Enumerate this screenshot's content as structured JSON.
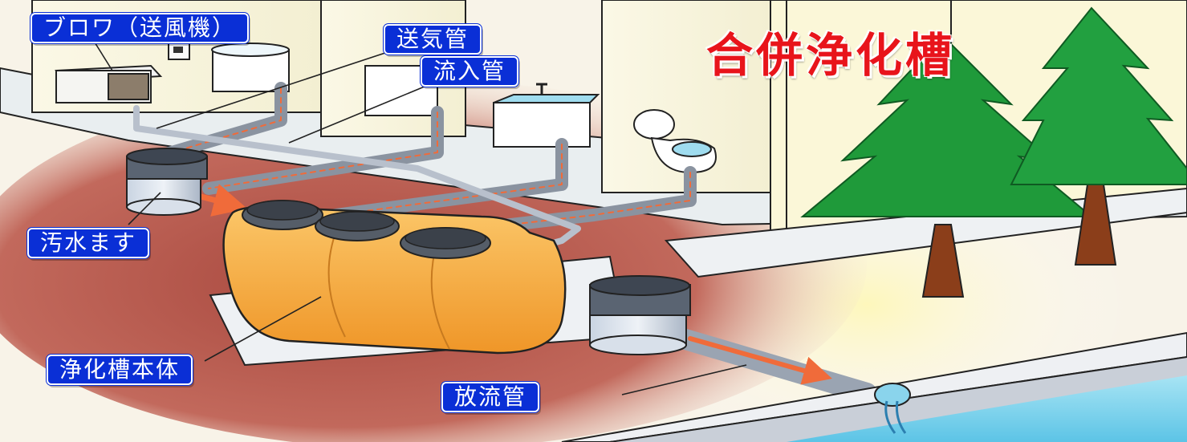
{
  "title": "合併浄化槽",
  "labels": {
    "blower": "ブロワ（送風機）",
    "air_pipe": "送気管",
    "inflow_pipe": "流入管",
    "sewage_basin": "汚水ます",
    "tank_body": "浄化槽本体",
    "discharge_pipe": "放流管"
  },
  "colors": {
    "label_bg": "#0a2fd6",
    "title": "#e8141b",
    "soil": "#b9574a",
    "tank": "#f2a02e",
    "flow_arrow": "#f06b3a",
    "tree": "#1f9a3a",
    "water": "#7fd6ee"
  },
  "icons": [
    "blower-icon",
    "wash-basin-icon",
    "sink-icon",
    "toilet-icon",
    "tree-icon",
    "manhole-icon",
    "discharge-outlet-icon"
  ]
}
